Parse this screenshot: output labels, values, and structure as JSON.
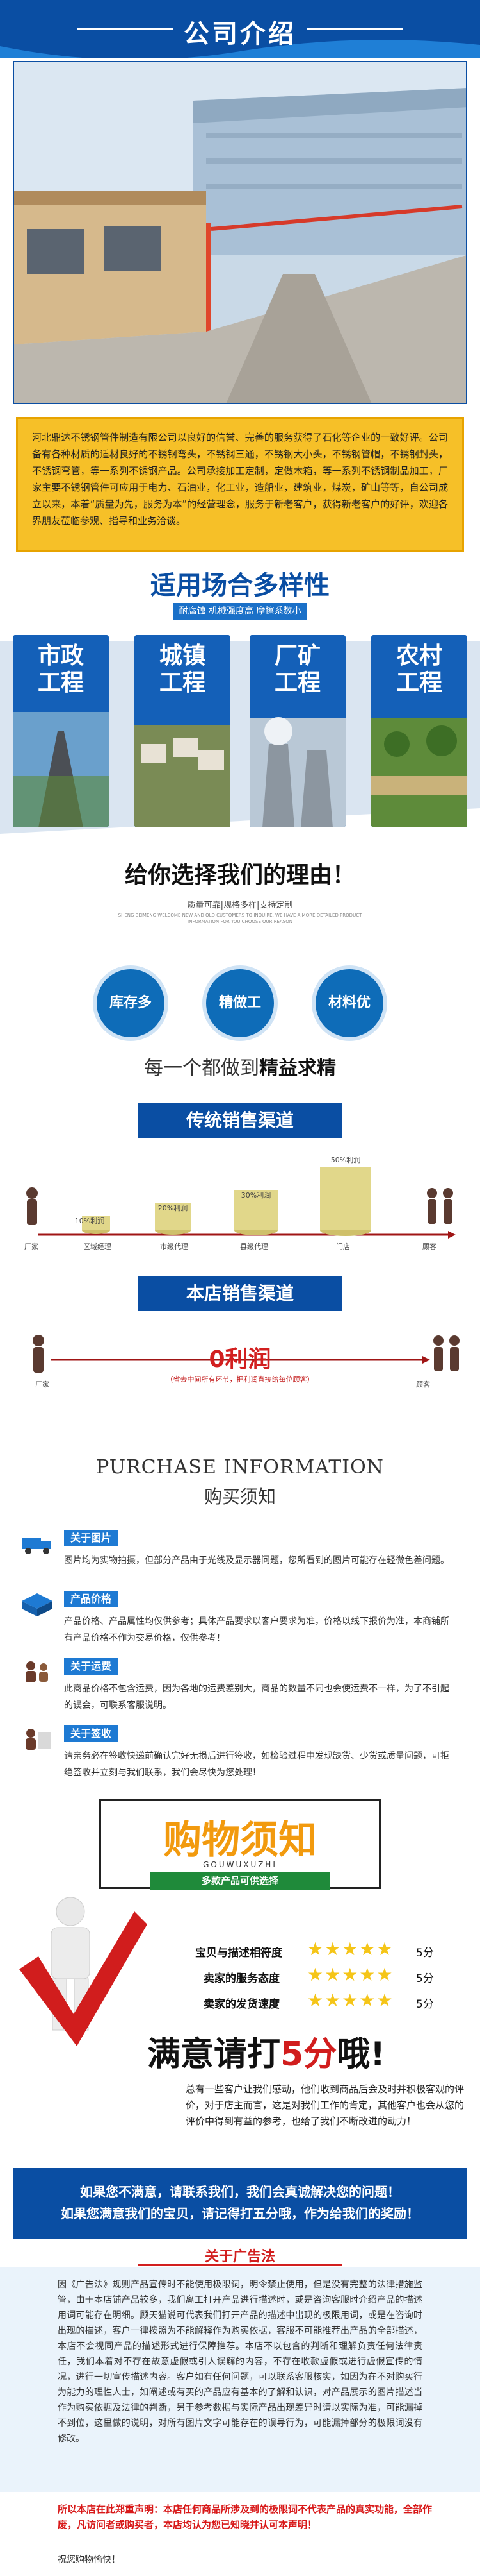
{
  "header": {
    "title": "公司介绍"
  },
  "intro": {
    "text": "河北鼎达不锈钢管件制造有限公司以良好的信誉、完善的服务获得了石化等企业的一致好评。公司备有各种材质的适材良好的不锈钢弯头，不锈钢三通，不锈钢大小头，不锈钢管帽，不锈钢封头，不锈钢弯管，等一系列不锈钢产品。公司承接加工定制，定做木箱，等一系列不锈钢制品加工，厂家主要不锈钢管件可应用于电力、石油业，化工业，造船业，建筑业，煤炭，矿山等等，自公司成立以来，本着“质量为先，服务为本”的经营理念，服务于新老客户，获得新老客户的好评，欢迎各界朋友莅临参观、指导和业务洽谈。"
  },
  "applications": {
    "title": "适用场合多样性",
    "subtitle": "耐腐蚀 机械强度高 摩擦系数小",
    "items": [
      {
        "label": "市政\n工程"
      },
      {
        "label": "城镇\n工程"
      },
      {
        "label": "厂矿\n工程"
      },
      {
        "label": "农村\n工程"
      }
    ]
  },
  "reasons": {
    "title": "给你选择我们的理由！",
    "sub": "质量可靠|规格多样|支持定制",
    "sub_en": "SHENG BEIMENG WELCOME NEW AND OLD CUSTOMERS TO INQUIRE, WE HAVE A MORE DETAILED PRODUCT INFORMATION FOR YOU CHOOSE OUR REASON",
    "circles": [
      "库存多",
      "精做工",
      "材料优"
    ],
    "slogan_a": "每一个都做到",
    "slogan_b": "精益求精"
  },
  "traditional": {
    "title": "传统销售渠道",
    "labels": [
      "厂家",
      "区域经理",
      "市级代理",
      "县级代理",
      "门店",
      "顾客"
    ],
    "percents": [
      "10%利润",
      "20%利润",
      "30%利润",
      "50%利润"
    ]
  },
  "ours": {
    "title": "本店销售渠道",
    "profit": "0利润",
    "note": "（省去中间所有环节，把利润直接给每位顾客）",
    "left": "厂家",
    "right": "顾客"
  },
  "purchase": {
    "title_en": "PURCHASE INFORMATION",
    "title_cn": "购买须知",
    "items": [
      {
        "label": "关于图片",
        "text": "图片均为实物拍摄，但部分产品由于光线及显示器问题，您所看到的图片可能存在轻微色差问题。"
      },
      {
        "label": "产品价格",
        "text": "产品价格、产品属性均仅供参考；具体产品要求以客户要求为准，价格以线下报价为准，本商铺所有产品价格不作为交易价格，仅供参考！"
      },
      {
        "label": "关于运费",
        "text": "此商品价格不包含运费，因为各地的运费差别大，商品的数量不同也会使运费不一样，为了不引起的误会，可联系客服说明。"
      },
      {
        "label": "关于签收",
        "text": "请亲务必在签收快递前确认完好无损后进行签收，如检验过程中发现缺货、少货或质量问题，可拒绝签收并立刻与我们联系，我们会尽快为您处理！"
      }
    ]
  },
  "shopping": {
    "title": "购物须知",
    "pinyin": "GOUWUXUZHI",
    "tag": "多款产品可供选择",
    "ratings": [
      {
        "label": "宝贝与描述相符度",
        "score": "5分"
      },
      {
        "label": "卖家的服务态度",
        "score": "5分"
      },
      {
        "label": "卖家的发货速度",
        "score": "5分"
      }
    ],
    "satisfy_a": "满意请打",
    "satisfy_b": "5分",
    "satisfy_c": "哦!",
    "note": "总有一些客户让我们感动，他们收到商品后会及时并积极客观的评价，对于店主而言，这是对我们工作的肯定，其他客户也会从您的评价中得到有益的参考，也给了我们不断改进的动力！"
  },
  "faq": {
    "line1": "如果您不满意，请联系我们，我们会真诚解决您的问题！",
    "line2": "如果您满意我们的宝贝，请记得打五分哦，作为给我们的奖励！"
  },
  "law": {
    "title": "关于广告法",
    "text": "因《广告法》规则产品宣传时不能使用极限词，明令禁止使用，但是没有完整的法律措施监管，由于本店铺产品较多，我们离工打开产品进行描述时，或是咨询客服时介绍产品的描述用词可能存在明细。顾天猫说可代表我们打开产品的描述中出现的极限用词，或是在咨询时出现的描述，客户一律按照为不能解释作为购买依据，客服不可能推荐出产品的全部描述，本店不会视同产品的描述形式进行保障推荐。本店不以包含的判断和理解负责任何法律责任，我们本着对不存在故意虚假或引人误解的内容，不存在收款虚假或进行虚假宣传的情况，进行一切宣传描述内容。客户如有任何问题，可以联系客服核实，如因为在不对购买行为能力的理性人士，如阐述或有买的产品应有基本的了解和认识，对产品展示的图片描述当作为购买依据及法律的判断，另于参考数据与实际产品出现差异时请以实际为准，可能漏掉不到位，这里做的说明，对所有图片文字可能存在的误导行为，可能漏掉部分的极限词没有修改。",
    "red": "所以本店在此郑重声明：本店任何商品所涉及到的极限词不代表产品的真实功能，全部作废，凡访问者或购买者，本店均认为您已知晓并认可本声明！",
    "closing": "祝您购物愉快！"
  }
}
